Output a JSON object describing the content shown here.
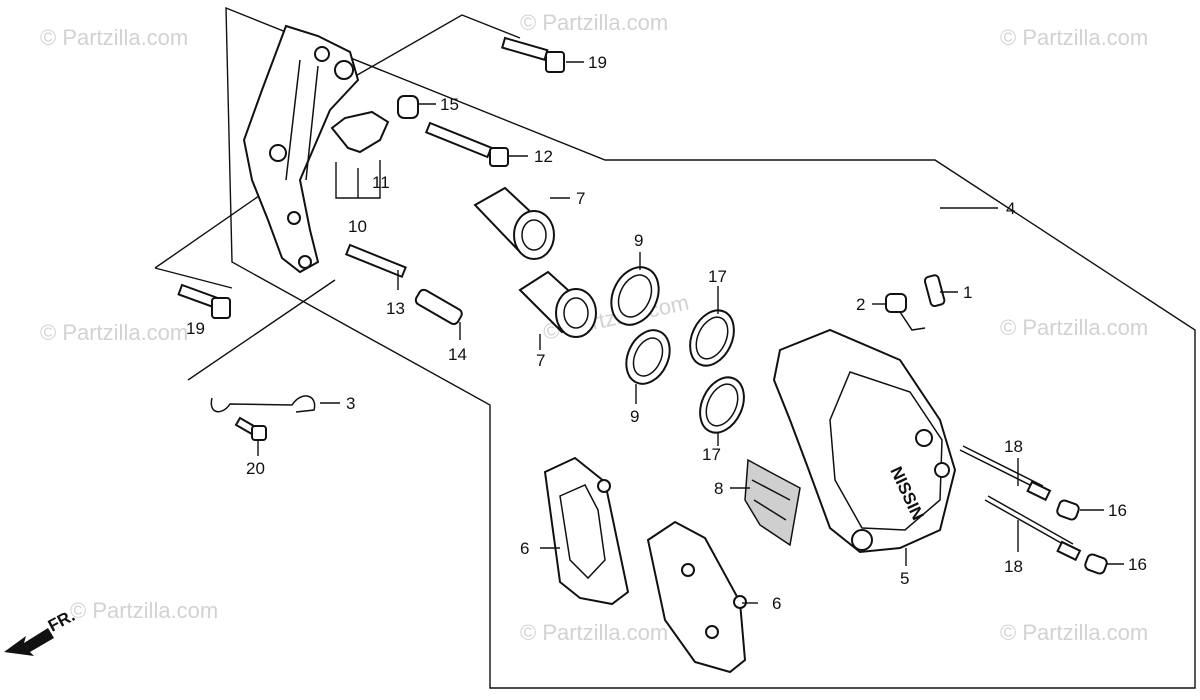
{
  "watermark": "© Partzilla.com",
  "direction_label": "FR.",
  "brand_text": "NISSIN",
  "parts": [
    {
      "ref": "1"
    },
    {
      "ref": "2"
    },
    {
      "ref": "3"
    },
    {
      "ref": "4"
    },
    {
      "ref": "5"
    },
    {
      "ref": "6"
    },
    {
      "ref": "6"
    },
    {
      "ref": "7"
    },
    {
      "ref": "7"
    },
    {
      "ref": "8"
    },
    {
      "ref": "9"
    },
    {
      "ref": "9"
    },
    {
      "ref": "10"
    },
    {
      "ref": "11"
    },
    {
      "ref": "12"
    },
    {
      "ref": "13"
    },
    {
      "ref": "14"
    },
    {
      "ref": "15"
    },
    {
      "ref": "16"
    },
    {
      "ref": "16"
    },
    {
      "ref": "17"
    },
    {
      "ref": "17"
    },
    {
      "ref": "18"
    },
    {
      "ref": "18"
    },
    {
      "ref": "19"
    },
    {
      "ref": "19"
    },
    {
      "ref": "20"
    }
  ]
}
